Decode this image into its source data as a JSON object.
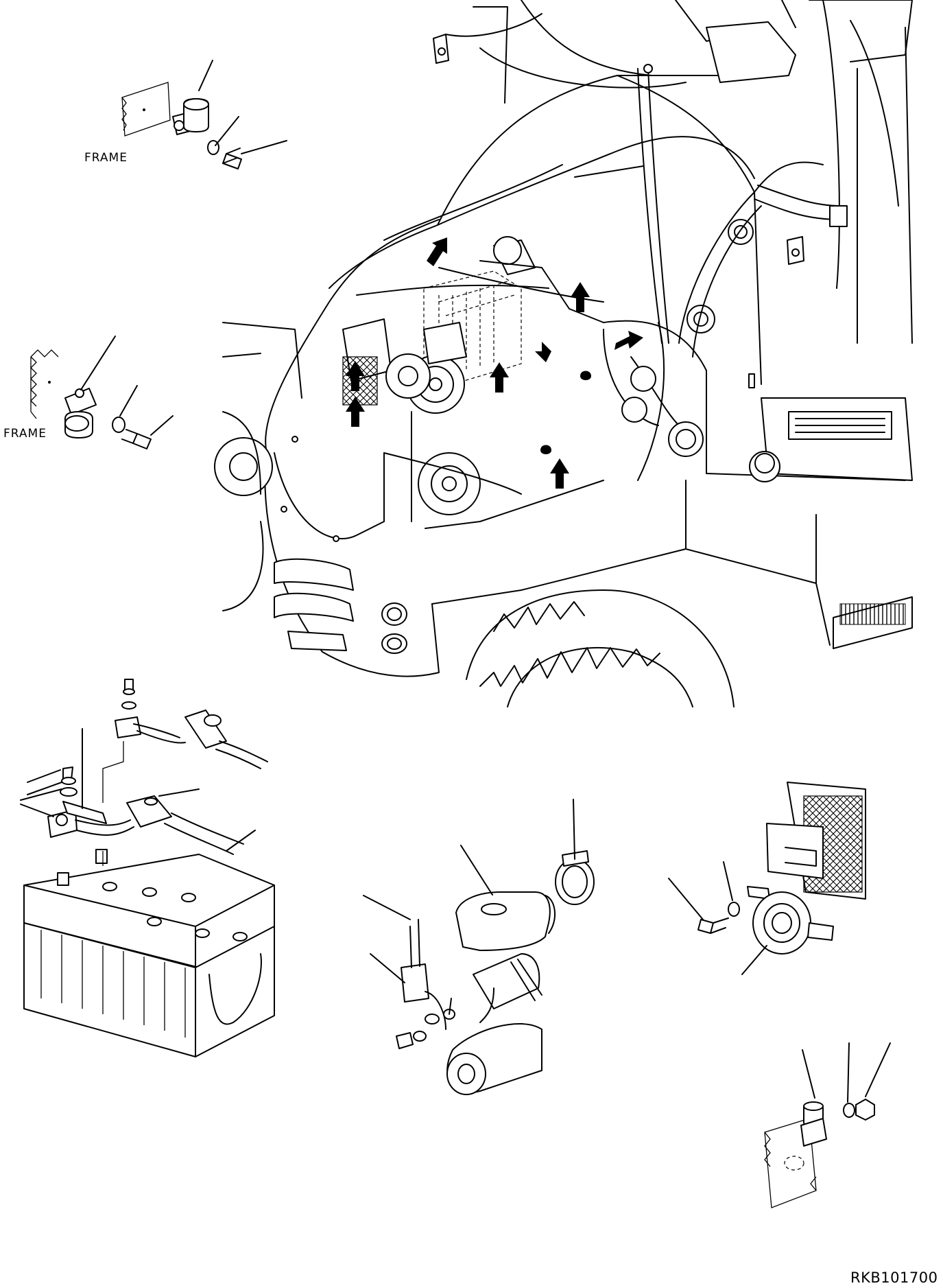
{
  "labels": {
    "frame_top": "FRAME",
    "frame_mid": "FRAME",
    "drawing_code": "RKB101700"
  }
}
